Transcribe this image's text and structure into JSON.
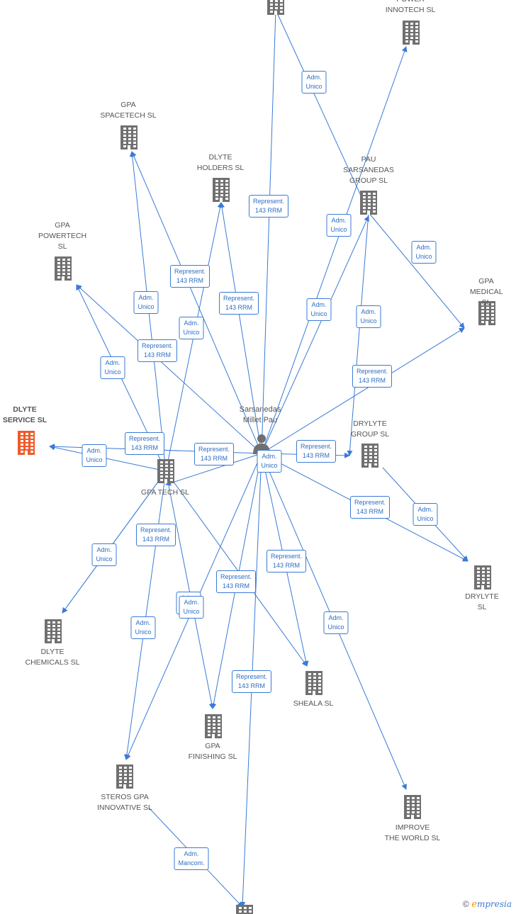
{
  "colors": {
    "edge": "#3a7bd5",
    "building": "#707070",
    "highlight": "#f05a28",
    "person": "#707070"
  },
  "person": {
    "name": "Sarsanedas\nMillet Pau"
  },
  "nodes": [
    {
      "id": "top",
      "label": "",
      "highlight": false
    },
    {
      "id": "innotech",
      "label": "POWER\nINNOTECH  SL",
      "highlight": false
    },
    {
      "id": "spacetech",
      "label": "GPA\nSPACETECH  SL",
      "highlight": false
    },
    {
      "id": "holders",
      "label": "DLYTE\nHOLDERS  SL",
      "highlight": false
    },
    {
      "id": "sarsanedas",
      "label": "PAU\nSARSANEDAS\nGROUP  SL",
      "highlight": false
    },
    {
      "id": "powertech",
      "label": "GPA\nPOWERTECH\nSL",
      "highlight": false
    },
    {
      "id": "medical",
      "label": "GPA\nMEDICAL  SL",
      "highlight": false
    },
    {
      "id": "dlyteservice",
      "label": "DLYTE\nSERVICE  SL",
      "highlight": true
    },
    {
      "id": "gpatech",
      "label": "GPA TECH  SL",
      "highlight": false
    },
    {
      "id": "drylytegroup",
      "label": "DRYLYTE\nGROUP  SL",
      "highlight": false
    },
    {
      "id": "drylyte",
      "label": "DRYLYTE  SL",
      "highlight": false
    },
    {
      "id": "chemicals",
      "label": "DLYTE\nCHEMICALS  SL",
      "highlight": false
    },
    {
      "id": "sheala",
      "label": "SHEALA  SL",
      "highlight": false
    },
    {
      "id": "finishing",
      "label": "GPA\nFINISHING  SL",
      "highlight": false
    },
    {
      "id": "steros",
      "label": "STEROS GPA\nINNOVATIVE SL",
      "highlight": false
    },
    {
      "id": "improve",
      "label": "IMPROVE\nTHE WORLD  SL",
      "highlight": false
    },
    {
      "id": "bottom",
      "label": "",
      "highlight": false
    }
  ],
  "edges": [
    {
      "from": "person",
      "to": "top",
      "label": "Represent.\n143 RRM"
    },
    {
      "from": "sarsanedas",
      "to": "top",
      "label": "Adm.\nUnico"
    },
    {
      "from": "person",
      "to": "innotech",
      "label": "Adm.\nUnico"
    },
    {
      "from": "person",
      "to": "sarsanedas",
      "label": "Adm.\nUnico"
    },
    {
      "from": "sarsanedas",
      "to": "medical",
      "label": "Adm.\nUnico"
    },
    {
      "from": "sarsanedas",
      "to": "drylytegroup",
      "label": "Adm.\nUnico"
    },
    {
      "from": "person",
      "to": "medical",
      "label": "Represent.\n143 RRM"
    },
    {
      "from": "person",
      "to": "spacetech",
      "label": "Represent.\n143 RRM"
    },
    {
      "from": "gpatech",
      "to": "spacetech",
      "label": "Adm.\nUnico"
    },
    {
      "from": "person",
      "to": "holders",
      "label": "Represent.\n143 RRM"
    },
    {
      "from": "gpatech",
      "to": "holders",
      "label": "Adm.\nUnico"
    },
    {
      "from": "person",
      "to": "powertech",
      "label": "Represent.\n143 RRM"
    },
    {
      "from": "gpatech",
      "to": "powertech",
      "label": "Adm.\nUnico"
    },
    {
      "from": "person",
      "to": "dlyteservice",
      "label": "Represent.\n143 RRM"
    },
    {
      "from": "gpatech",
      "to": "dlyteservice",
      "label": "Adm.\nUnico"
    },
    {
      "from": "person",
      "to": "gpatech",
      "label": "Represent.\n143 RRM"
    },
    {
      "from": "person",
      "to": "drylytegroup",
      "label": "Represent.\n143 RRM"
    },
    {
      "from": "person",
      "to": "drylyte",
      "label": "Represent.\n143 RRM"
    },
    {
      "from": "drylytegroup",
      "to": "drylyte",
      "label": "Adm.\nUnico"
    },
    {
      "from": "gpatech",
      "to": "chemicals",
      "label": "Represent.\n143 RRM"
    },
    {
      "from": "gpatech",
      "to": "chemicals",
      "label": "Adm.\nUnico"
    },
    {
      "from": "person",
      "to": "sheala",
      "label": "Represent.\n143 RRM"
    },
    {
      "from": "gpatech",
      "to": "sheala",
      "label": "Represent.\n143 RRM"
    },
    {
      "from": "person",
      "to": "finishing",
      "label": "Adm.\nUnico"
    },
    {
      "from": "gpatech",
      "to": "finishing",
      "label": "Adm.\nUnico"
    },
    {
      "from": "person",
      "to": "steros",
      "label": "Adm.\nUnico"
    },
    {
      "from": "gpatech",
      "to": "steros",
      "label": "Adm.\nUnico"
    },
    {
      "from": "person",
      "to": "improve",
      "label": "Adm.\nUnico"
    },
    {
      "from": "person",
      "to": "bottom",
      "label": "Represent.\n143 RRM"
    },
    {
      "from": "steros",
      "to": "bottom",
      "label": "Adm.\nMancom."
    }
  ],
  "brand": {
    "copyright": "©",
    "e": "e",
    "rest": "mpresia"
  }
}
